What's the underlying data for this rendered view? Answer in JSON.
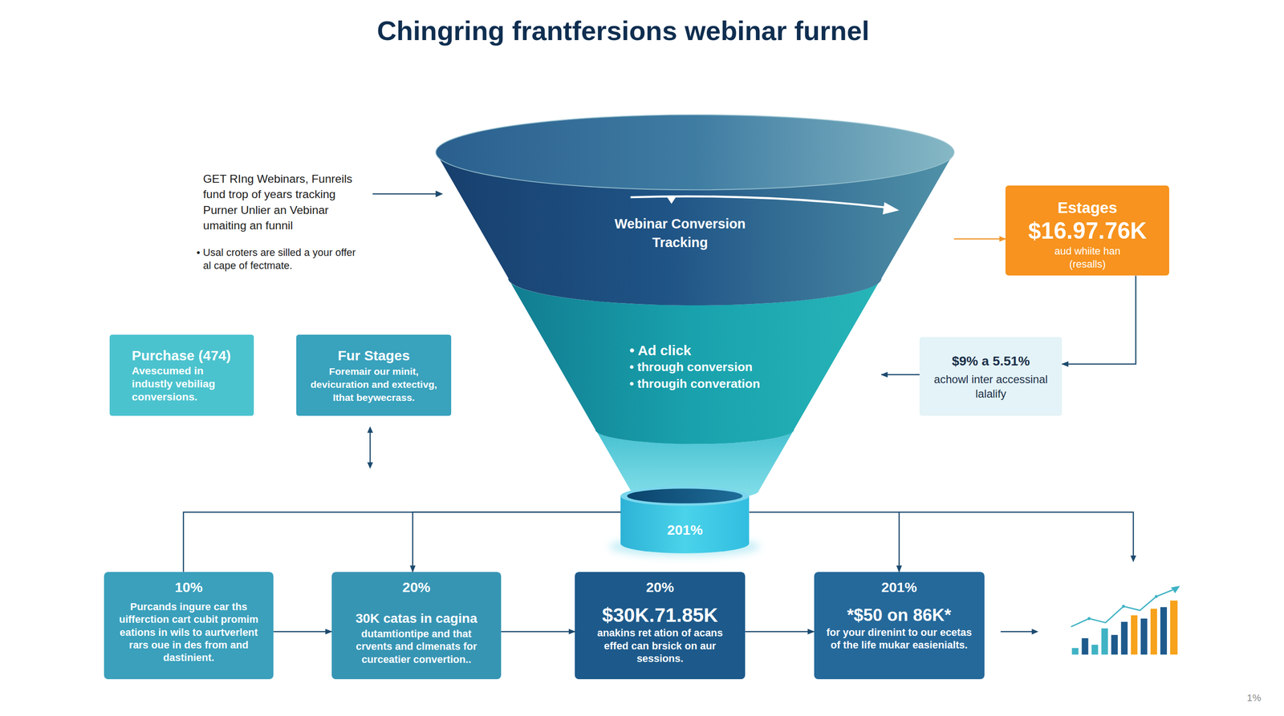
{
  "diagram": {
    "title": "Chingring frantfersions webinar furnel",
    "nodes": [
      {
        "text": [
          "Webinar Conversion Tracking"
        ]
      },
      {
        "text": [
          "Estages",
          "$16.97.76K",
          "aud whiite han (resalls)"
        ]
      },
      {
        "text": [
          "Purchase (474)",
          "Avescumed in industly vebiliag conversions."
        ]
      },
      {
        "text": [
          "Fur Stages",
          "Foremair our minit, devicuration and extectivg, Ithat beywecrass."
        ]
      },
      {
        "text": [
          "• Ad click",
          "• through conversion",
          "• througih converation"
        ]
      },
      {
        "text": [
          "$9% a 5.51%",
          "achowl inter accessinal lalalify"
        ]
      },
      {
        "text": [
          "201%"
        ]
      },
      {
        "text": [
          "10%",
          "Purcands ingure car ths uifferction cart cubit promim eations in wils to aurtverlent rars oue in des from and dastinient."
        ]
      },
      {
        "text": [
          "20%",
          "30K catas in cagina",
          "dutamtiontipe and that crvents and clmenats for curceatier convertion.."
        ]
      },
      {
        "text": [
          "20%",
          "$30K.71.85K",
          "anakins ret ation of acans effed can brsick on aur sessions."
        ]
      },
      {
        "text": [
          "201%",
          "*$50 on 86K*",
          "for your direnint to our ecetas of the life mukar easienialts."
        ]
      }
    ],
    "edges": [
      {
        "from": 0,
        "to": 1,
        "arrow": "to"
      },
      {
        "from": 1,
        "to": 5,
        "arrow": "to"
      },
      {
        "from": 5,
        "to": 4,
        "arrow": "to"
      },
      {
        "from": 6,
        "to": 7,
        "arrow": "none"
      },
      {
        "from": 6,
        "to": 8,
        "arrow": "to"
      },
      {
        "from": 6,
        "to": 10,
        "arrow": "to"
      },
      {
        "from": 7,
        "to": 8,
        "arrow": "to"
      },
      {
        "from": 8,
        "to": 9,
        "arrow": "to"
      },
      {
        "from": 9,
        "to": 10,
        "arrow": "to"
      }
    ],
    "labels": [
      "GET RIng Webinars, Funreils fund trop of years tracking Purner Unlier an Vebinar umaiting an funnil",
      "• Usal croters are silled a your offer al cape of fectmate.",
      "1%"
    ]
  }
}
